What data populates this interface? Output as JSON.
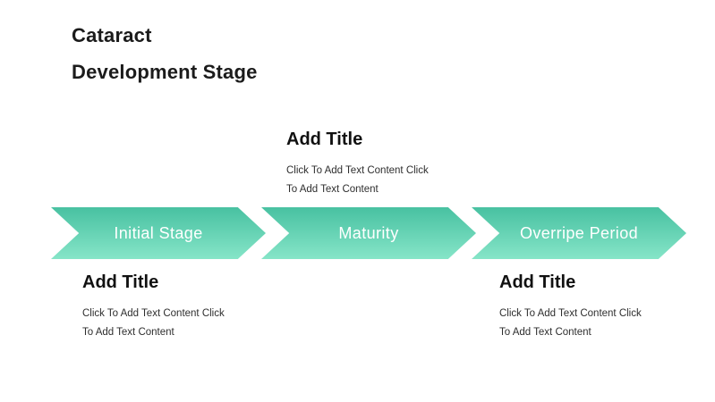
{
  "slide": {
    "title": {
      "line1": "Cataract",
      "line2": "Development Stage"
    }
  },
  "colors": {
    "background": "#ffffff",
    "title_text": "#1b1b1b",
    "note_title_text": "#111111",
    "note_body_text": "#2e2e2e",
    "arrow_gradient_top": "#48c1a1",
    "arrow_gradient_bottom": "#86e5c8",
    "arrow_label_text": "#ffffff"
  },
  "process": {
    "stages": [
      {
        "label": "Initial Stage"
      },
      {
        "label": "Maturity"
      },
      {
        "label": "Overripe Period"
      }
    ]
  },
  "notes": {
    "middle": {
      "title": "Add Title",
      "body_line1": "Click To Add Text Content Click",
      "body_line2": "To Add Text Content"
    },
    "bottom_left": {
      "title": "Add Title",
      "body_line1": "Click To Add Text Content Click",
      "body_line2": "To Add Text Content"
    },
    "bottom_right": {
      "title": "Add Title",
      "body_line1": "Click To Add Text Content Click",
      "body_line2": "To Add Text Content"
    }
  }
}
